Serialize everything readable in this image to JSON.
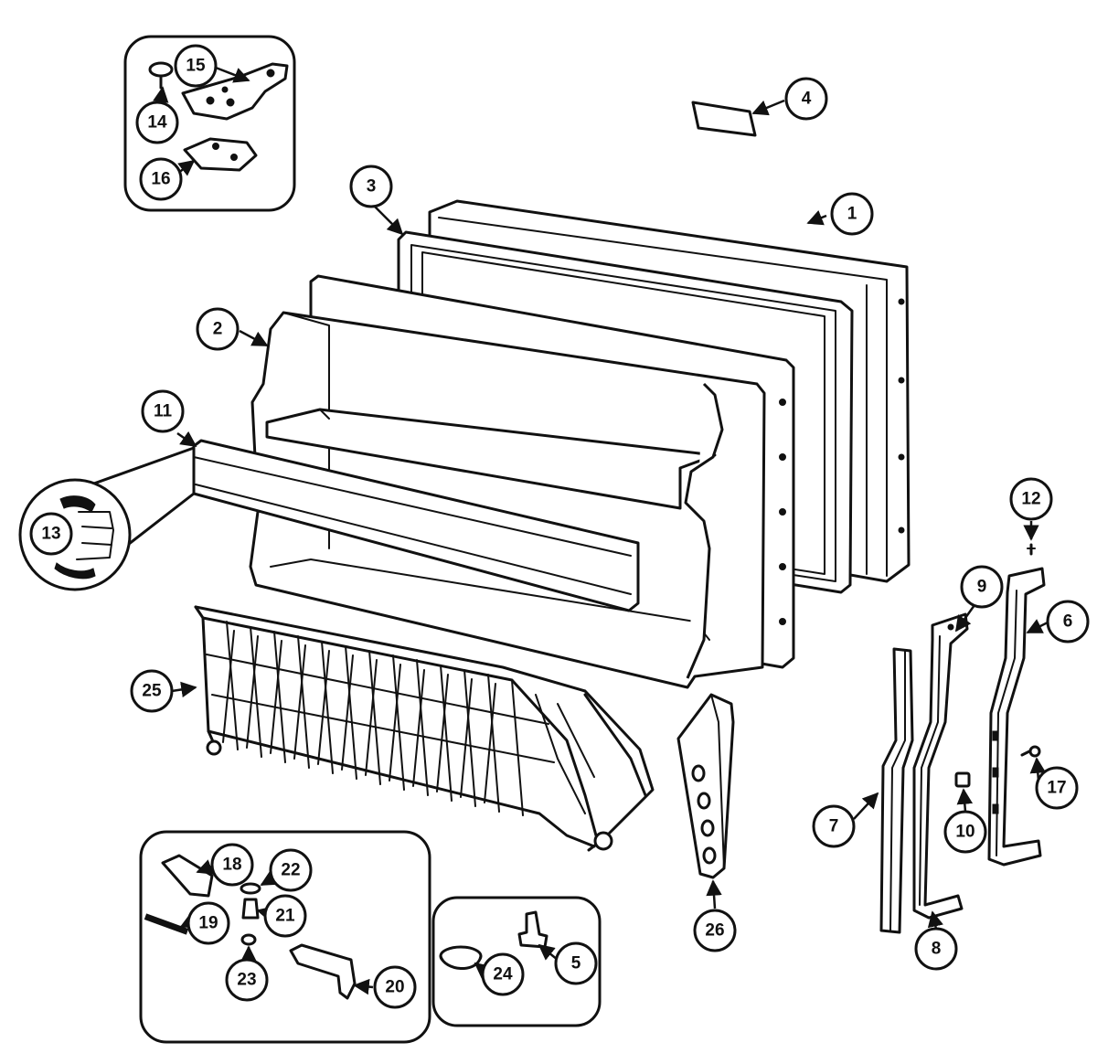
{
  "diagram": {
    "callouts": {
      "c1": "1",
      "c2": "2",
      "c3": "3",
      "c4": "4",
      "c5": "5",
      "c6": "6",
      "c7": "7",
      "c8": "8",
      "c9": "9",
      "c10": "10",
      "c11": "11",
      "c12": "12",
      "c13": "13",
      "c14": "14",
      "c15": "15",
      "c16": "16",
      "c17": "17",
      "c18": "18",
      "c19": "19",
      "c20": "20",
      "c21": "21",
      "c22": "22",
      "c23": "23",
      "c24": "24",
      "c25": "25",
      "c26": "26"
    }
  }
}
